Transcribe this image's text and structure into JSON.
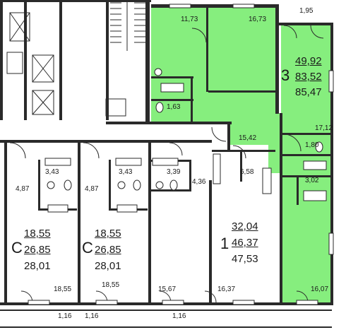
{
  "areas": {
    "a1173": "11,73",
    "a1673": "16,73",
    "a195": "1,95",
    "a163": "1,63",
    "a1542": "15,42",
    "a1712": "17,12",
    "a180": "1,80",
    "a302": "3,02",
    "a1607": "16,07",
    "a343a": "3,43",
    "a343b": "3,43",
    "a339": "3,39",
    "a487a": "4,87",
    "a487b": "4,87",
    "a436": "4,36",
    "a658": "6,58",
    "a1855a": "18,55",
    "a1855b": "18,55",
    "a1567": "15,67",
    "a1637": "16,37",
    "a116a": "1,16",
    "a116b": "1,16",
    "a116c": "1,16"
  },
  "apt3": {
    "type": "3",
    "living": "49,92",
    "total": "83,52",
    "gross": "85,47"
  },
  "aptC1": {
    "type": "С",
    "living": "18,55",
    "total": "26,85",
    "gross": "28,01"
  },
  "aptC2": {
    "type": "С",
    "living": "18,55",
    "total": "26,85",
    "gross": "28,01"
  },
  "apt1": {
    "type": "1",
    "living": "32,04",
    "total": "46,37",
    "gross": "47,53"
  },
  "colors": {
    "highlight": "#86ee7e",
    "wall": "#2a2a2a"
  }
}
